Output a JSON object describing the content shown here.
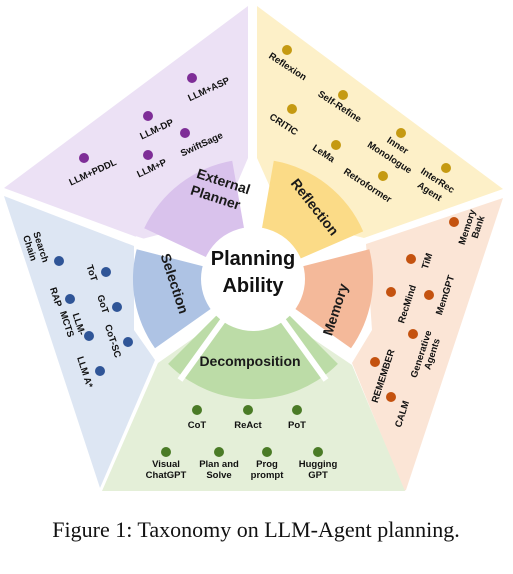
{
  "center": {
    "line1": "Planning",
    "line2": "Ability"
  },
  "caption": "Figure 1: Taxonomy on LLM-Agent planning.",
  "sections": {
    "external": {
      "label": [
        "External",
        "Planner"
      ],
      "bg": "#ece1f5",
      "band": "#d9c2ec",
      "dot": "#7e2d97",
      "items": [
        "LLM+PDDL",
        "LLM-DP",
        "LLM+P",
        "LLM+ASP",
        "SwiftSage"
      ]
    },
    "reflection": {
      "label": [
        "Reflection"
      ],
      "bg": "#fdf0c8",
      "band": "#fbdb87",
      "dot": "#c59a12",
      "items": [
        "Reflexion",
        "Self-Refine",
        "CRITIC",
        "Inner",
        "Monologue",
        "LeMa",
        "Retroformer",
        "InterRec",
        "Agent"
      ]
    },
    "memory": {
      "label": [
        "Memory"
      ],
      "bg": "#fbe5d6",
      "band": "#f4b99a",
      "dot": "#c4520f",
      "items": [
        "Memory",
        "Bank",
        "TiM",
        "RecMind",
        "MemGPT",
        "REMEMBER",
        "Generative",
        "Agents",
        "CALM"
      ]
    },
    "decomposition": {
      "label": [
        "Decomposition"
      ],
      "bg": "#e4efd8",
      "band": "#bcdca7",
      "dot": "#4a7b26",
      "items": [
        "CoT",
        "ReAct",
        "PoT",
        "Visual",
        "ChatGPT",
        "Plan and",
        "Solve",
        "Prog",
        "prompt",
        "Hugging",
        "GPT"
      ]
    },
    "selection": {
      "label": [
        "Selection"
      ],
      "bg": "#dde6f3",
      "band": "#aec3e4",
      "dot": "#2f5597",
      "items": [
        "Search",
        "Chain",
        "ToT",
        "RAP",
        "GoT",
        "LLM-",
        "MCTS",
        "CoT-SC",
        "LLM A*"
      ]
    }
  }
}
